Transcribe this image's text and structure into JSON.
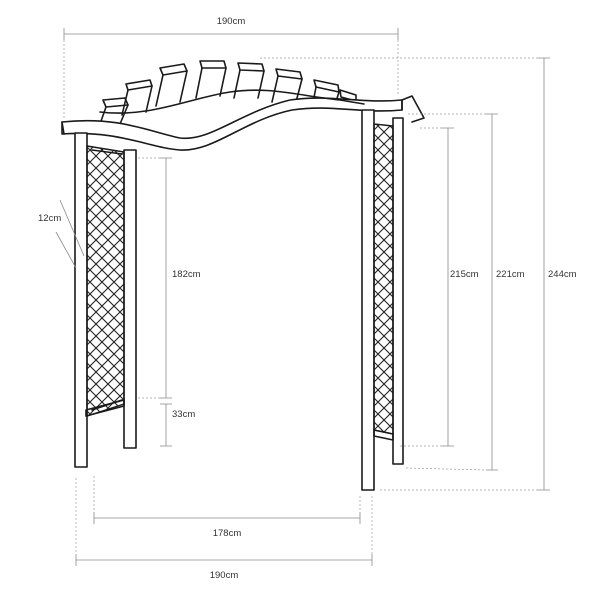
{
  "dimensions": {
    "top_width": "190cm",
    "inner_width": "178cm",
    "bottom_width": "190cm",
    "post_depth": "12cm",
    "panel_height": "182cm",
    "panel_gap": "33cm",
    "inner_height": "215cm",
    "post_height": "221cm",
    "total_height": "244cm"
  },
  "colors": {
    "line": "#1a1a1a",
    "dimension": "#8a8a8a",
    "background": "#ffffff"
  }
}
